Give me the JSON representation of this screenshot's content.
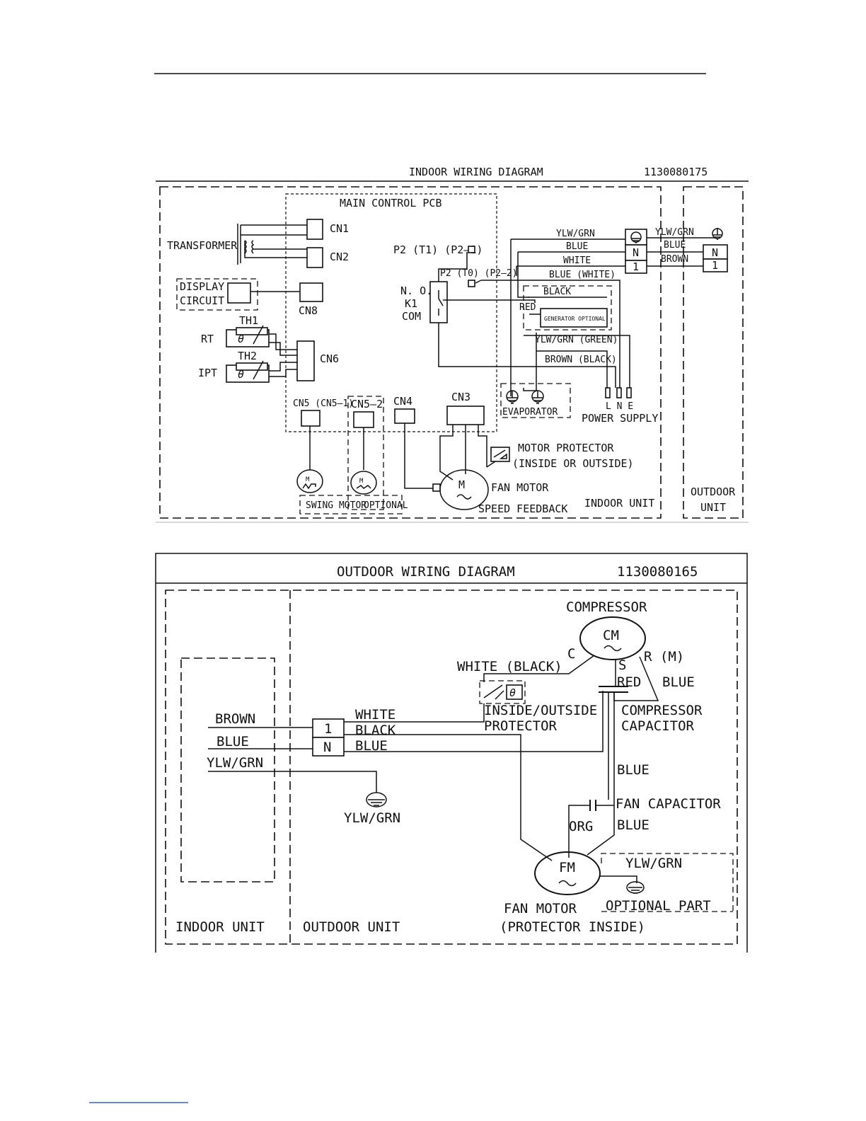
{
  "indoor": {
    "title": "INDOOR WIRING DIAGRAM",
    "code": "1130080175",
    "main_pcb": "MAIN CONTROL PCB",
    "transformer": "TRANSFORMER",
    "cn1": "CN1",
    "cn2": "CN2",
    "display_line1": "DISPLAY",
    "display_line2": "CIRCUIT",
    "cn8": "CN8",
    "th1": "TH1",
    "th2": "TH2",
    "rt": "RT",
    "ipt": "IPT",
    "cn6": "CN6",
    "p2_t1": "P2 (T1) (P2—1)",
    "p2_t0": "P2 (T0) (P2—2)",
    "no": "N. O.",
    "k1": "K1",
    "com": "COM",
    "black": "BLACK",
    "red": "RED",
    "generator": "GENERATOR OPTIONAL",
    "ylw_grn_green": "YLW/GRN (GREEN)",
    "brown_black": "BROWN (BLACK)",
    "evaporator": "EVAPORATOR",
    "lne": "L N E",
    "power_supply": "POWER SUPPLY",
    "wire_ylw_grn": "YLW/GRN",
    "wire_blue": "BLUE",
    "wire_white": "WHITE",
    "wire_blue_white": "BLUE (WHITE)",
    "term_n": "N",
    "term_1": "1",
    "out_ylw_grn": "YLW/GRN",
    "out_blue": "BLUE",
    "out_brown": "BROWN",
    "out_n": "N",
    "out_1": "1",
    "outdoor_unit_line1": "OUTDOOR",
    "outdoor_unit_line2": "UNIT",
    "cn5": "CN5 (CN5—1)",
    "cn5_2": "CN5—2",
    "cn4": "CN4",
    "cn3": "CN3",
    "motor_m": "M",
    "motor_protector_line1": "MOTOR PROTECTOR",
    "motor_protector_line2": "(INSIDE OR OUTSIDE)",
    "fan_motor": "FAN MOTOR",
    "speed_feedback": "SPEED FEEDBACK",
    "indoor_unit": "INDOOR UNIT",
    "swing_motor": "SWING MOTOR",
    "optional": "OPTIONAL",
    "swing_m": "M"
  },
  "outdoor": {
    "title": "OUTDOOR WIRING DIAGRAM",
    "code": "1130080165",
    "compressor": "COMPRESSOR",
    "cm": "CM",
    "c": "C",
    "s": "S",
    "r_m": "R (M)",
    "white_black": "WHITE (BLACK)",
    "red": "RED",
    "blue_r": "BLUE",
    "protector_line1": "INSIDE/OUTSIDE",
    "protector_line2": "PROTECTOR",
    "comp_cap_line1": "COMPRESSOR",
    "comp_cap_line2": "CAPACITOR",
    "brown": "BROWN",
    "blue_in": "BLUE",
    "ylw_grn_in": "YLW/GRN",
    "term_1": "1",
    "term_n": "N",
    "white": "WHITE",
    "black": "BLACK",
    "blue_n": "BLUE",
    "ylw_grn_gnd": "YLW/GRN",
    "blue_cap": "BLUE",
    "fan_capacitor": "FAN CAPACITOR",
    "org": "ORG",
    "blue_fan": "BLUE",
    "fm": "FM",
    "ylw_grn_opt": "YLW/GRN",
    "optional_part": "OPTIONAL PART",
    "fan_motor_line1": "FAN MOTOR",
    "fan_motor_line2": "(PROTECTOR INSIDE)",
    "indoor_unit": "INDOOR UNIT",
    "outdoor_unit": "OUTDOOR UNIT"
  }
}
